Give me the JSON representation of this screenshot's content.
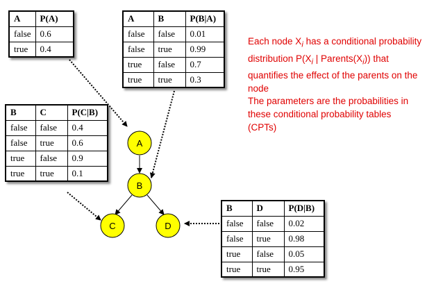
{
  "nodes": [
    {
      "id": "A",
      "label": "A"
    },
    {
      "id": "B",
      "label": "B"
    },
    {
      "id": "C",
      "label": "C"
    },
    {
      "id": "D",
      "label": "D"
    }
  ],
  "node_color": "#ffff00",
  "note_color": "#e00000",
  "cpt_A": {
    "headers": [
      "A",
      "P(A)"
    ],
    "rows": [
      [
        "false",
        "0.6"
      ],
      [
        "true",
        "0.4"
      ]
    ]
  },
  "cpt_B": {
    "headers": [
      "A",
      "B",
      "P(B|A)"
    ],
    "rows": [
      [
        "false",
        "false",
        "0.01"
      ],
      [
        "false",
        "true",
        "0.99"
      ],
      [
        "true",
        "false",
        "0.7"
      ],
      [
        "true",
        "true",
        "0.3"
      ]
    ]
  },
  "cpt_C": {
    "headers": [
      "B",
      "C",
      "P(C|B)"
    ],
    "rows": [
      [
        "false",
        "false",
        "0.4"
      ],
      [
        "false",
        "true",
        "0.6"
      ],
      [
        "true",
        "false",
        "0.9"
      ],
      [
        "true",
        "true",
        "0.1"
      ]
    ]
  },
  "cpt_D": {
    "headers": [
      "B",
      "D",
      "P(D|B)"
    ],
    "rows": [
      [
        "false",
        "false",
        "0.02"
      ],
      [
        "false",
        "true",
        "0.98"
      ],
      [
        "true",
        "false",
        "0.05"
      ],
      [
        "true",
        "true",
        "0.95"
      ]
    ]
  },
  "notes": {
    "p1_a": "Each node X",
    "p1_sub": "i",
    "p1_b": " has a conditional probability distribution P(X",
    "p1_sub2": "i",
    "p1_c": " | Parents(X",
    "p1_sub3": "i",
    "p1_d": ")) that quantifies the effect of the parents on the node",
    "p2": "The parameters are the probabilities in these conditional probability tables (CPTs)"
  }
}
